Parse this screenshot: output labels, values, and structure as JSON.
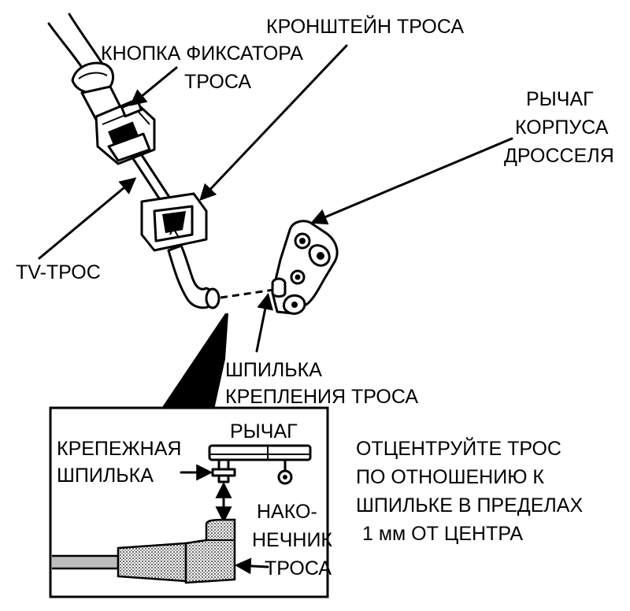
{
  "labels": {
    "bracket": "КРОНШТЕЙН ТРОСА",
    "lock_button_l1": "КНОПКА ФИКСАТОРА",
    "lock_button_l2": "ТРОСА",
    "lever_l1": "РЫЧАГ",
    "lever_l2": "КОРПУСА",
    "lever_l3": "ДРОССЕЛЯ",
    "tv_cable": "TV-ТРОС",
    "stud_l1": "ШПИЛЬКА",
    "stud_l2": "КРЕПЛЕНИЯ ТРОСА"
  },
  "inset": {
    "lever": "РЫЧАГ",
    "pin_l1": "КРЕПЕЖНАЯ",
    "pin_l2": "ШПИЛЬКА",
    "tip_l1": "НАКО-",
    "tip_l2": "НЕЧНИК",
    "tip_l3": "ТРОСА"
  },
  "note": {
    "l1": "ОТЦЕНТРУЙТЕ ТРОС",
    "l2": "ПО ОТНОШЕНИЮ К",
    "l3": "ШПИЛЬКЕ В ПРЕДЕЛАХ",
    "l4": "1 мм ОТ ЦЕНТРА"
  },
  "colors": {
    "ink": "#000000",
    "shade": "#bdbdbd",
    "background": "#ffffff"
  }
}
